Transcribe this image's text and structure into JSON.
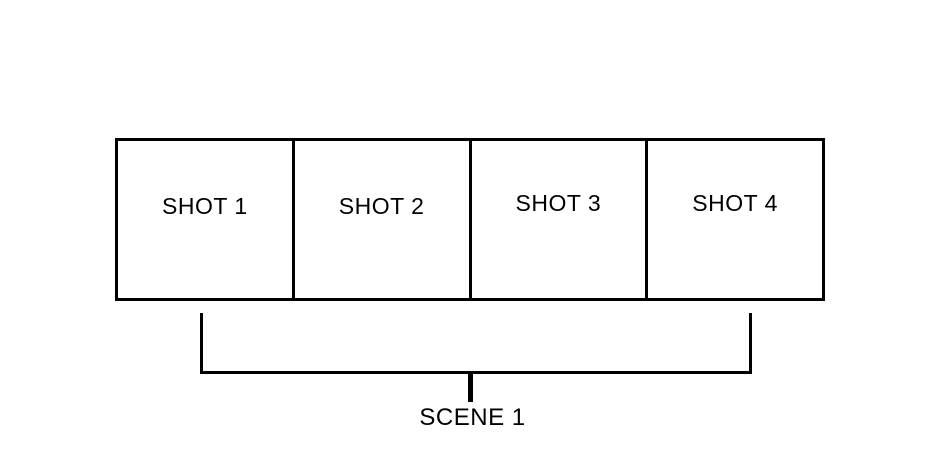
{
  "colors": {
    "background": "#ffffff",
    "line": "#000000",
    "text": "#000000"
  },
  "diagram": {
    "shots": [
      {
        "label": "SHOT 1"
      },
      {
        "label": "SHOT 2"
      },
      {
        "label": "SHOT 3"
      },
      {
        "label": "SHOT 4"
      }
    ],
    "scene_label": "SCENE 1"
  }
}
